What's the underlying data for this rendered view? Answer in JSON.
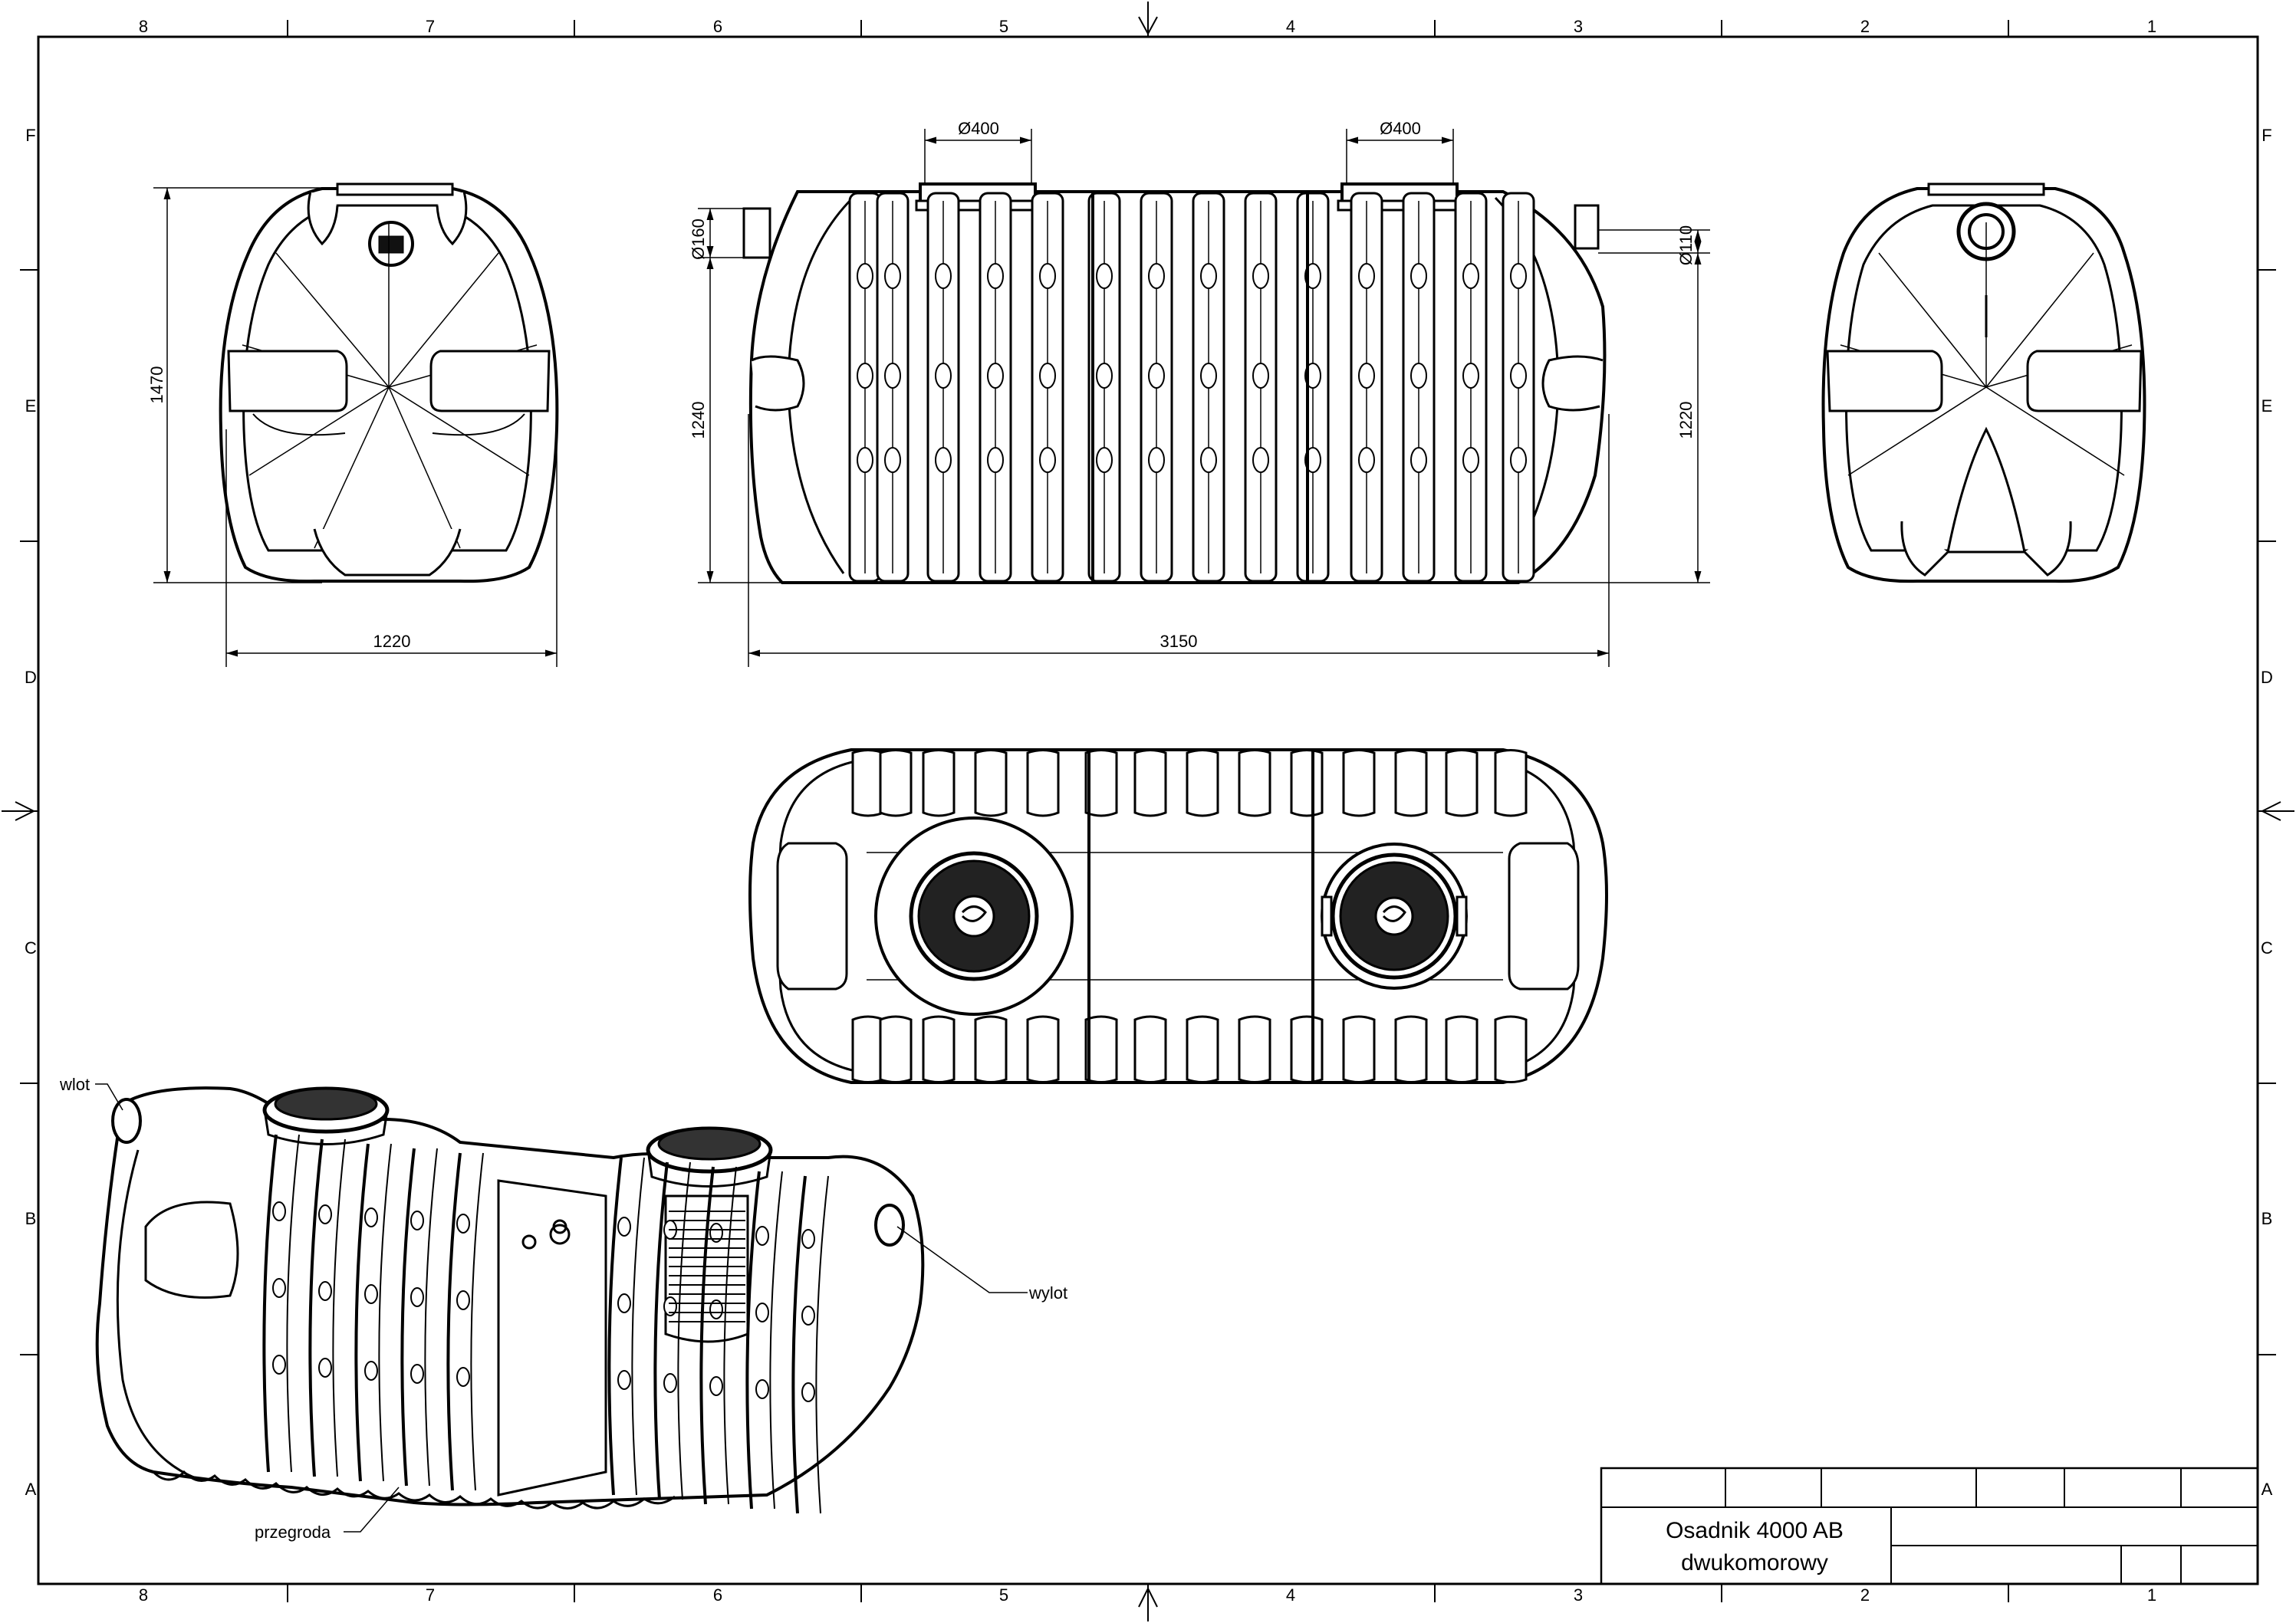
{
  "sheet": {
    "column_numbers": [
      "8",
      "7",
      "6",
      "5",
      "4",
      "3",
      "2",
      "1"
    ],
    "row_letters": [
      "F",
      "E",
      "D",
      "C",
      "B",
      "A"
    ]
  },
  "front_view": {
    "dim_height": "1470",
    "dim_width": "1220"
  },
  "side_view": {
    "dim_manhole_left": "Ø400",
    "dim_manhole_right": "Ø400",
    "dim_inlet_diameter": "Ø160",
    "dim_outlet_diameter": "Ø110",
    "dim_inlet_height": "1240",
    "dim_outlet_height": "1220",
    "dim_length": "3150"
  },
  "iso_view": {
    "label_inlet": "wlot",
    "label_outlet": "wylot",
    "label_partition": "przegroda"
  },
  "title_block": {
    "title_line1": "Osadnik 4000 AB",
    "title_line2": "dwukomorowy"
  }
}
